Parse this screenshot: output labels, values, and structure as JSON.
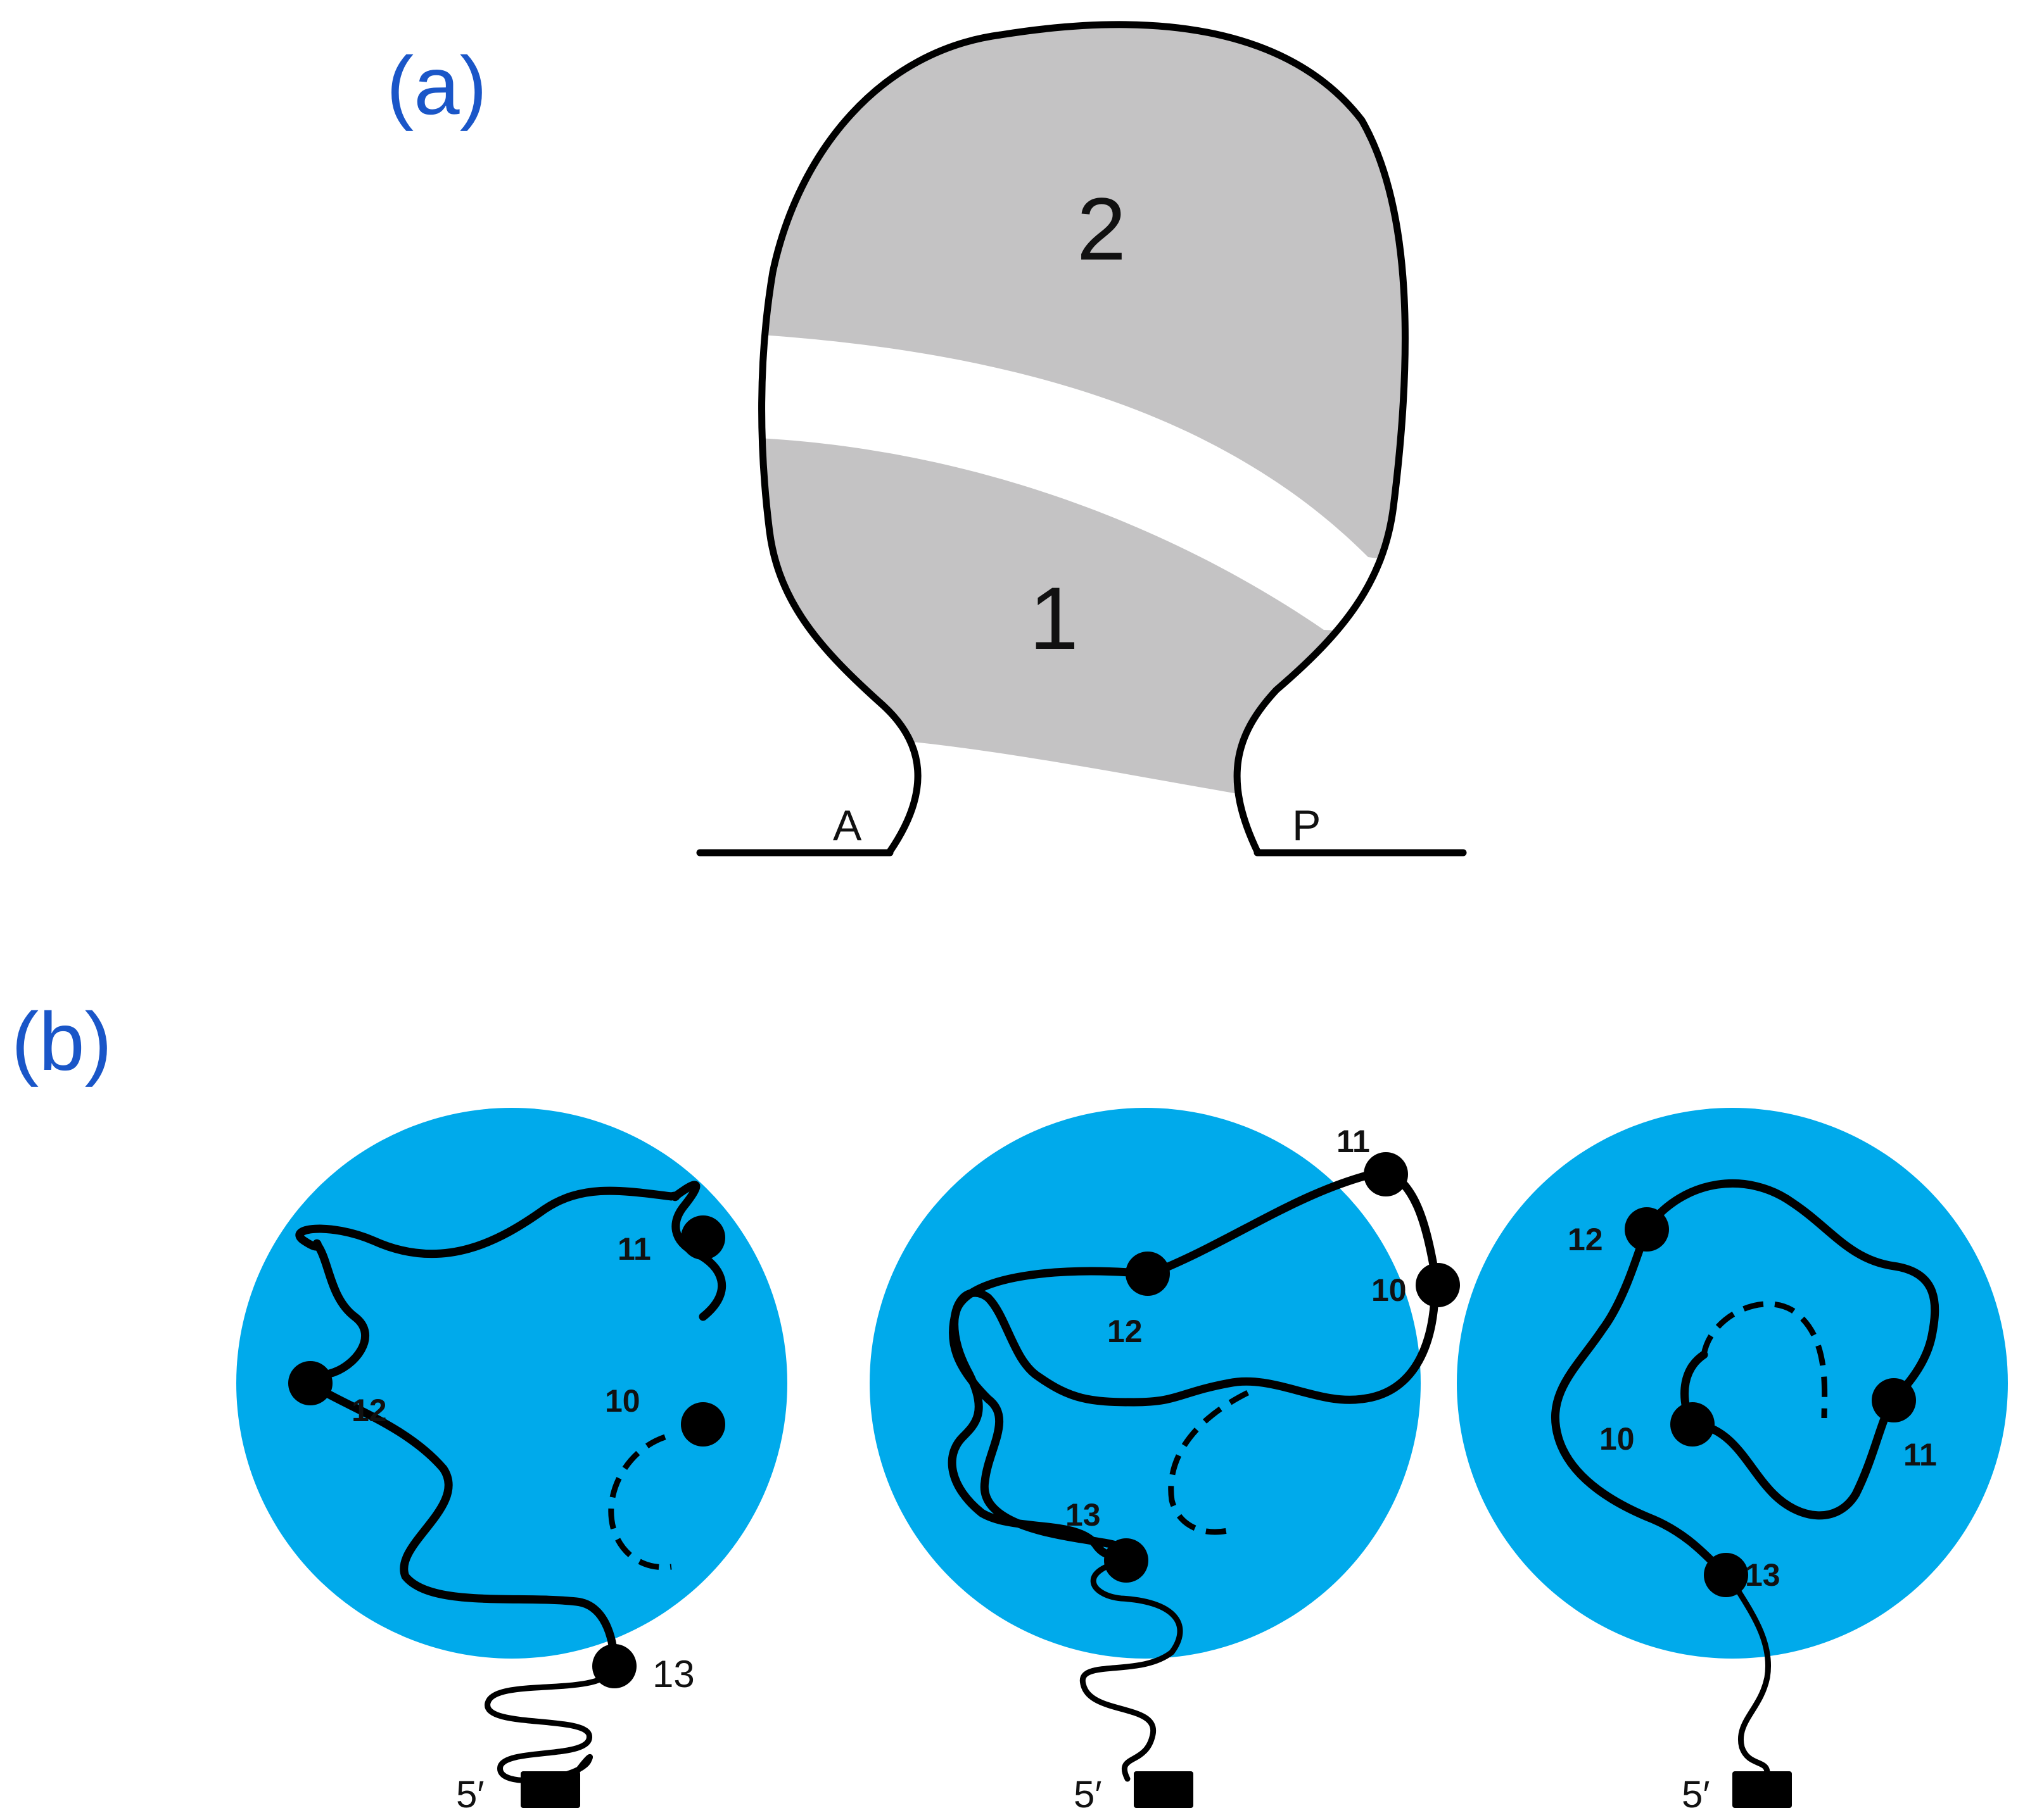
{
  "panel_a": {
    "label": "(a)",
    "region_upper": "2",
    "region_lower": "1",
    "left_edge": "A",
    "right_edge": "P"
  },
  "panel_b": {
    "label": "(b)",
    "end_label": "5′",
    "node_labels": [
      "10",
      "11",
      "12",
      "13"
    ]
  },
  "colors": {
    "panel_label": "#1a56c8",
    "region_fill": "#c4c3c4",
    "domain_fill": "#00aaeb",
    "outline": "#000000"
  }
}
